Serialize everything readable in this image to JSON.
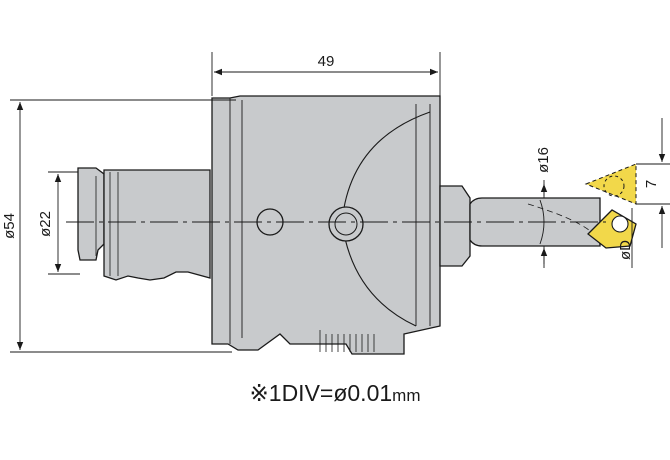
{
  "dimensions": {
    "body_length": "49",
    "outer_diameter": "ø54",
    "shank_diameter": "ø22",
    "bar_diameter": "ø16",
    "insert_offset": "7",
    "bore_diameter": "øD"
  },
  "footnote": {
    "mark": "※",
    "text": "1DIV=ø0.01",
    "unit": "mm"
  },
  "colors": {
    "body_fill": "#c8cacc",
    "outline": "#1a1a1a",
    "insert_fill": "#f2d84a"
  }
}
